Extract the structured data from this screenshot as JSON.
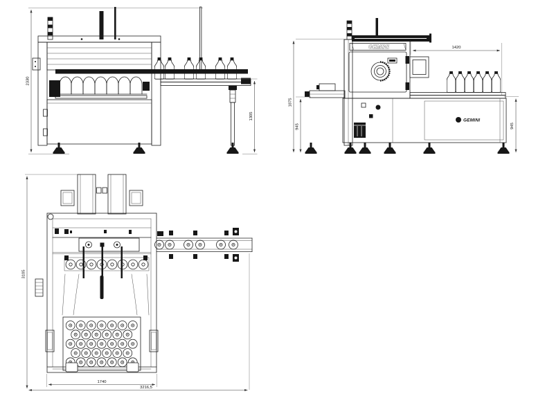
{
  "drawing": {
    "background": "#ffffff",
    "line_color": "#1f1f1f",
    "dimension_color": "#3a3a3a",
    "views": {
      "side": {
        "dims": {
          "total_height": "2330",
          "conveyor_height": "1305"
        }
      },
      "front": {
        "logo_top": "GEMINI",
        "logo_panel": "GEMINI",
        "dims": {
          "span_width": "1420",
          "total_height": "1875",
          "outfeed_height": "945",
          "table_height": "945"
        }
      },
      "plan": {
        "dims": {
          "total_depth": "3105",
          "machine_width": "1740",
          "overall_width": "3216,5"
        }
      }
    }
  }
}
